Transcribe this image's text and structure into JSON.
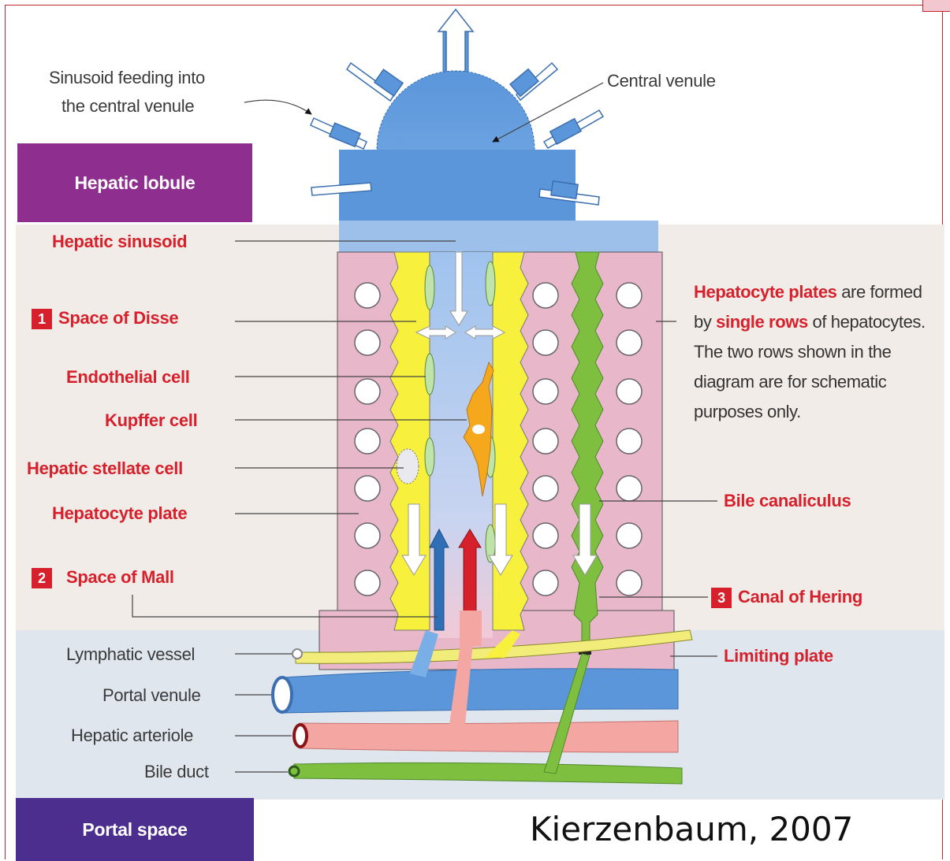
{
  "labels": {
    "sinusoid_feeding": "Sinusoid feeding into",
    "sinusoid_feeding2": "the central venule",
    "central_venule": "Central venule",
    "hepatic_lobule": "Hepatic lobule",
    "hepatic_sinusoid": "Hepatic sinusoid",
    "space_of_disse_num": "1",
    "space_of_disse": "Space of Disse",
    "endothelial_cell": "Endothelial cell",
    "kupffer_cell": "Kupffer cell",
    "hepatic_stellate_cell": "Hepatic stellate cell",
    "hepatocyte_plate": "Hepatocyte plate",
    "space_of_mall_num": "2",
    "space_of_mall": "Space of Mall",
    "lymphatic_vessel": "Lymphatic vessel",
    "portal_venule": "Portal venule",
    "hepatic_arteriole": "Hepatic arteriole",
    "bile_duct": "Bile duct",
    "portal_space": "Portal space",
    "bile_canaliculus": "Bile canaliculus",
    "canal_of_hering_num": "3",
    "canal_of_hering": "Canal of Hering",
    "limiting_plate": "Limiting plate"
  },
  "note": {
    "hl1": "Hepatocyte plates",
    "t1": " are formed by ",
    "hl2": "single rows",
    "t2": " of hepatocytes. The two rows shown in the diagram are for schematic purposes only."
  },
  "citation": "Kierzenbaum, 2007",
  "colors": {
    "lobule_box": "#8e2f8f",
    "portal_box": "#4b2e8e",
    "label_red": "#d6202b",
    "hepatocyte": "#ecc3d2",
    "venule_blue": "#4f8fd6",
    "disse_yellow": "#f7f03c",
    "bile_green": "#7fbf3f",
    "kupffer_orange": "#f6a81c",
    "arteriole_red": "#f4a6a2"
  }
}
